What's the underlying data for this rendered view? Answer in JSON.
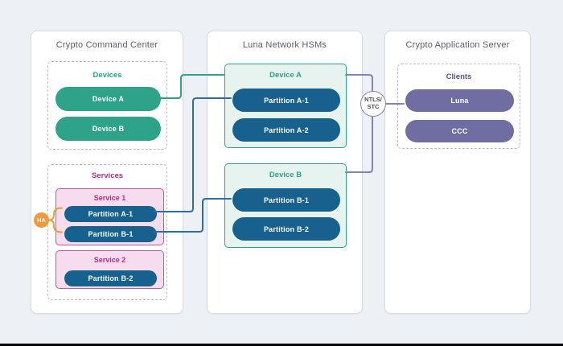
{
  "colors": {
    "background": "#edf0f4",
    "teal": "#2fa38a",
    "dark_blue": "#16618e",
    "purple_pill": "#6f6da1",
    "magenta": "#b92d88",
    "orange": "#f0993f",
    "line_blue": "#2e6da4",
    "line_purple": "#8781b4"
  },
  "panels": {
    "ccc": {
      "title": "Crypto Command Center",
      "devices": {
        "label": "Devices",
        "device_a": "Device A",
        "device_b": "Device B"
      },
      "services": {
        "label": "Services",
        "service1": {
          "title": "Service 1",
          "partition_a1": "Partition A-1",
          "partition_b1": "Partition B-1"
        },
        "service2": {
          "title": "Service 2",
          "partition_b2": "Partition B-2"
        },
        "ha_label": "HA"
      }
    },
    "hsms": {
      "title": "Luna Network HSMs",
      "device_a": {
        "title": "Device A",
        "partition_a1": "Partition A-1",
        "partition_a2": "Partition A-2"
      },
      "device_b": {
        "title": "Device B",
        "partition_b1": "Partition B-1",
        "partition_b2": "Partition B-2"
      }
    },
    "app_server": {
      "title": "Crypto Application Server",
      "clients": {
        "label": "Clients",
        "luna": "Luna",
        "ccc": "CCC"
      }
    }
  },
  "ntls_badge": {
    "line1": "NTLS/",
    "line2": "STC"
  },
  "edges": [
    "CCC Device A — HSM Device A (teal)",
    "CCC Service 1 Partition A-1 — HSM Device A Partition A-1 (blue)",
    "CCC Service 1 Partition B-1 — HSM Device B Partition B-1 (blue)",
    "HSM Device A — NTLS/STC (purple)",
    "HSM Device B — NTLS/STC (purple)",
    "NTLS/STC — Client Luna (purple)",
    "HA brace groups Partition A-1 and Partition B-1 (orange)"
  ]
}
